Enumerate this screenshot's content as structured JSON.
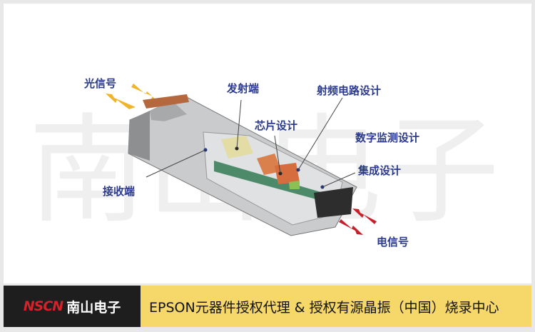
{
  "watermark": "南山电子",
  "labels": {
    "optical_signal": "光信号",
    "transmitter": "发射端",
    "rf_circuit_design": "射频电路设计",
    "chip_design": "芯片设计",
    "digital_monitoring_design": "数字监测设计",
    "integration_design": "集成设计",
    "receiver": "接收端",
    "electrical_signal": "电信号"
  },
  "footer": {
    "logo_mark": "NSCN",
    "logo_name": "南山电子",
    "slogan": "EPSON元器件授权代理 & 授权有源晶振（中国）烧录中心"
  },
  "colors": {
    "label": "#2b3a8c",
    "optical_arrow": "#f0b429",
    "electrical_arrow": "#c8202a",
    "footer_accent": "#f5d76a",
    "logo_red": "#d4222a"
  }
}
